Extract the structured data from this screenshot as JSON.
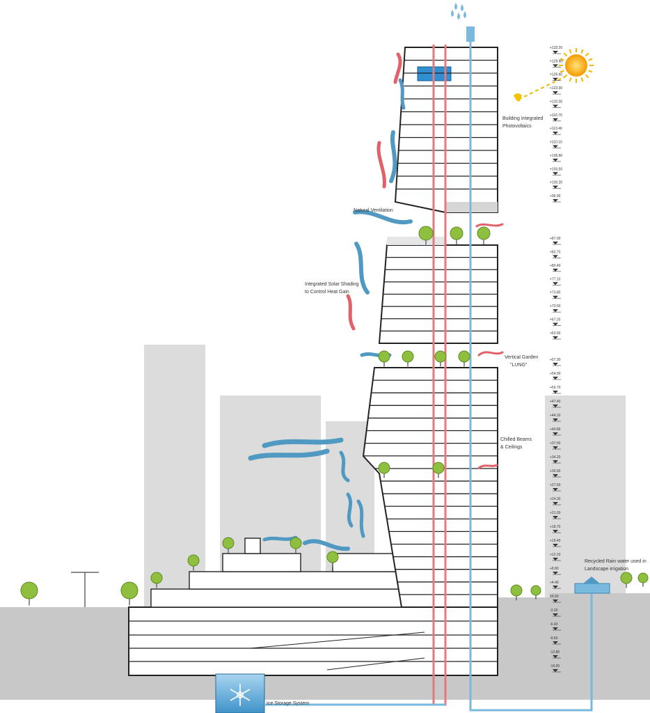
{
  "annotations": {
    "photovoltaics": [
      "Building Integrated",
      "Photovoltaics"
    ],
    "natural_ventilation": "Natural Ventilation",
    "solar_shading": [
      "Integrated Solar Shading",
      "to Control Heat Gain"
    ],
    "vertical_garden": [
      "Vertical Garden",
      "\"LUNG\""
    ],
    "chilled_beams": [
      "Chilled Beams",
      "& Ceilings"
    ],
    "recycled_rain": [
      "Recycled Rain water used in",
      "Landscape irrigation"
    ],
    "ice_storage": "Ice Storage System"
  },
  "levels": {
    "upper": [
      "+133.20",
      "+129.90",
      "+126.60",
      "+123.30",
      "+120.00",
      "+116.70",
      "+113.40",
      "+110.10",
      "+106.80",
      "+103.50",
      "+100.20",
      "+96.90"
    ],
    "middle": [
      "+87.00",
      "+83.70",
      "+80.40",
      "+77.10",
      "+73.80",
      "+70.50",
      "+67.20",
      "+63.90"
    ],
    "lower": [
      "+57.30",
      "+54.00",
      "+50.70",
      "+47.40",
      "+44.10",
      "+40.80",
      "+37.50",
      "+34.20",
      "+30.90",
      "+27.60",
      "+24.30",
      "+21.00",
      "+18.70",
      "+15.40",
      "+12.10",
      "+8.80",
      "+4.40",
      "±0.00",
      "-3.20",
      "-6.40",
      "-9.60",
      "-12.80",
      "-16.00"
    ]
  },
  "colors": {
    "ground": "#c8c8c8",
    "background_building": "#dcdcdc",
    "pipe_red": "#e07a7e",
    "pipe_blue": "#79b9dd",
    "airflow_blue": "#4f99c2",
    "airflow_red": "#e0616a",
    "tree": "#8fbf3f",
    "water_tank": "#2f8fd0",
    "sun": "#f7b500"
  }
}
